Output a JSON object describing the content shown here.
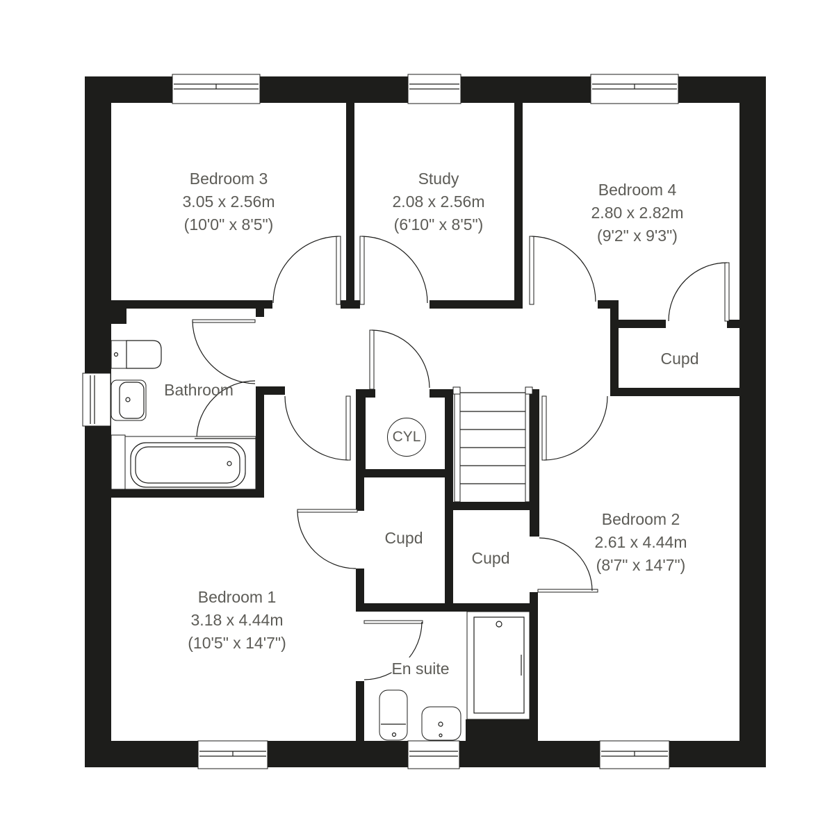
{
  "rooms": {
    "bedroom3": {
      "name": "Bedroom 3",
      "metric": "3.05 x 2.56m",
      "imperial": "(10'0\" x 8'5\")"
    },
    "study": {
      "name": "Study",
      "metric": "2.08 x 2.56m",
      "imperial": "(6'10\" x 8'5\")"
    },
    "bedroom4": {
      "name": "Bedroom 4",
      "metric": "2.80 x 2.82m",
      "imperial": "(9'2\" x 9'3\")"
    },
    "bathroom": {
      "name": "Bathroom"
    },
    "cupd_b4": {
      "name": "Cupd"
    },
    "cylinder": {
      "name": "CYL"
    },
    "cupd_b1": {
      "name": "Cupd"
    },
    "cupd_b2": {
      "name": "Cupd"
    },
    "bedroom2": {
      "name": "Bedroom 2",
      "metric": "2.61 x 4.44m",
      "imperial": "(8'7\" x 14'7\")"
    },
    "bedroom1": {
      "name": "Bedroom 1",
      "metric": "3.18 x 4.44m",
      "imperial": "(10'5\" x 14'7\")"
    },
    "ensuite": {
      "name": "En suite"
    }
  },
  "colors": {
    "wall": "#1d1d1b",
    "text": "#5d5c57",
    "background": "#ffffff"
  }
}
